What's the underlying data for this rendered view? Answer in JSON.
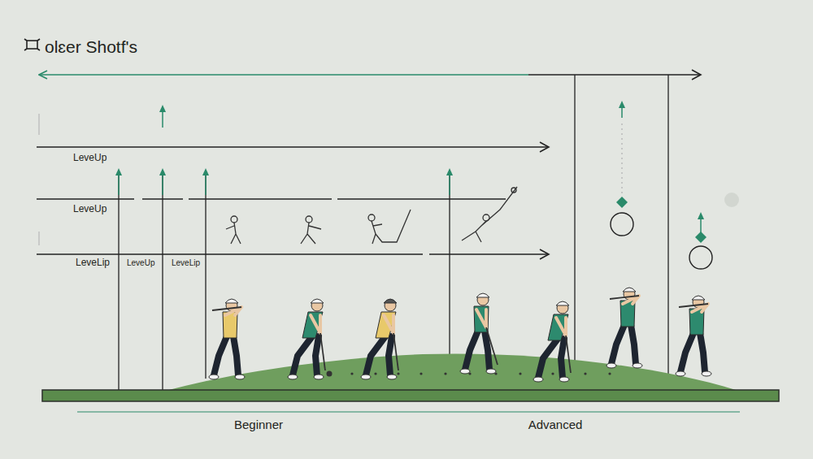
{
  "diagram": {
    "title": "olɛer Shotf's",
    "labels": [
      "LeveUp",
      "LeveUp",
      "LeveLip",
      "LeveUp",
      "LeveLip",
      "Beginner",
      "Advanced"
    ]
  }
}
